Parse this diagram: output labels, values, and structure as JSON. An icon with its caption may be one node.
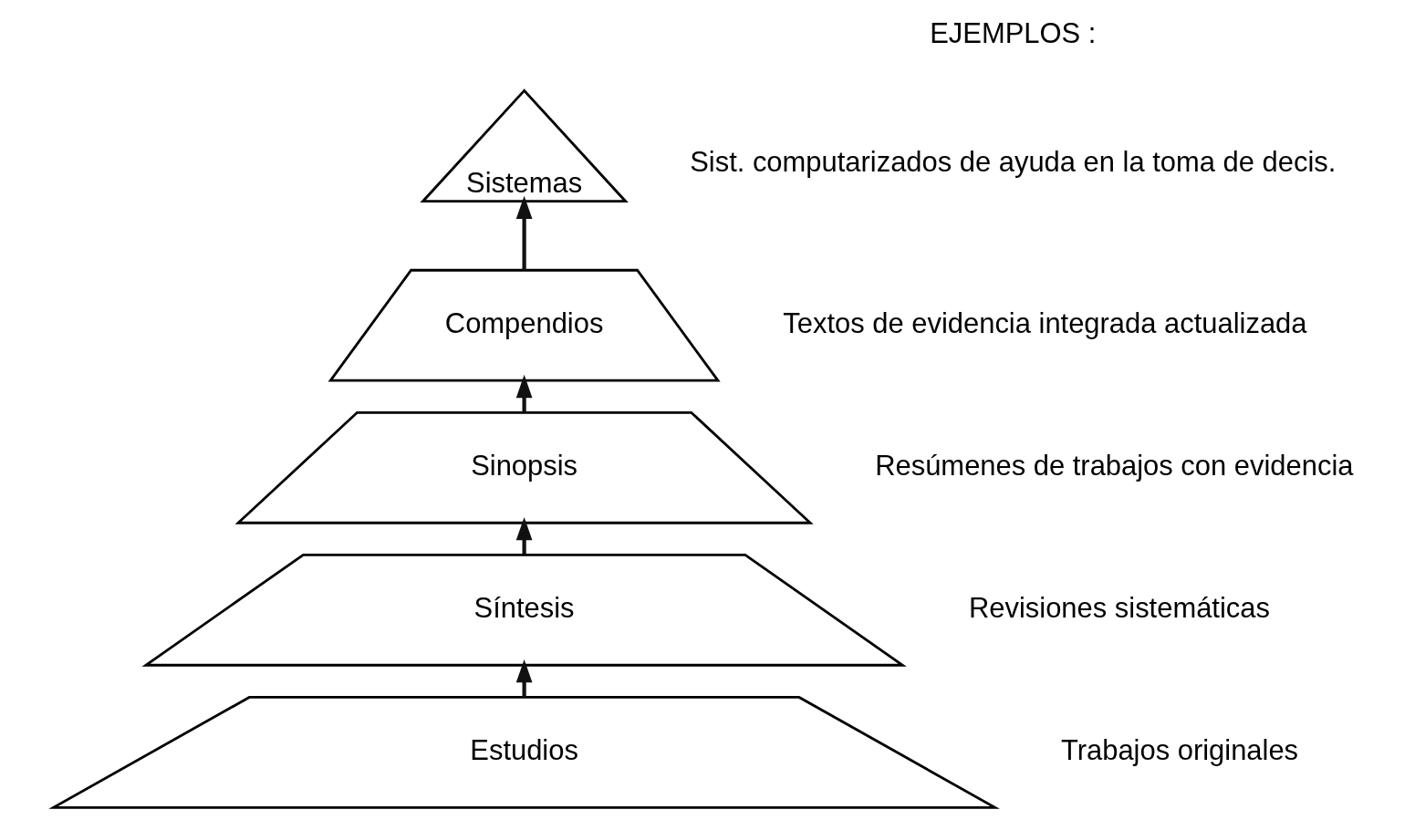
{
  "diagram": {
    "nodes": [
      {
        "text": [
          "Sistemas"
        ],
        "beside": [
          "Sist. computarizados de ayuda en la toma de decis."
        ]
      },
      {
        "text": [
          "Compendios"
        ],
        "beside": [
          "Textos de evidencia integrada actualizada"
        ]
      },
      {
        "text": [
          "Sinopsis"
        ],
        "beside": [
          "Resúmenes de trabajos con evidencia"
        ]
      },
      {
        "text": [
          "Síntesis"
        ],
        "beside": [
          "Revisiones sistemáticas"
        ]
      },
      {
        "text": [
          "Estudios"
        ],
        "beside": [
          "Trabajos originales"
        ]
      }
    ],
    "edges": [
      {
        "from": 4,
        "to": 3,
        "arrow": "to"
      },
      {
        "from": 3,
        "to": 2,
        "arrow": "to"
      },
      {
        "from": 2,
        "to": 1,
        "arrow": "to"
      },
      {
        "from": 1,
        "to": 0,
        "arrow": "to"
      }
    ],
    "labels": [
      "EJEMPLOS :"
    ]
  }
}
